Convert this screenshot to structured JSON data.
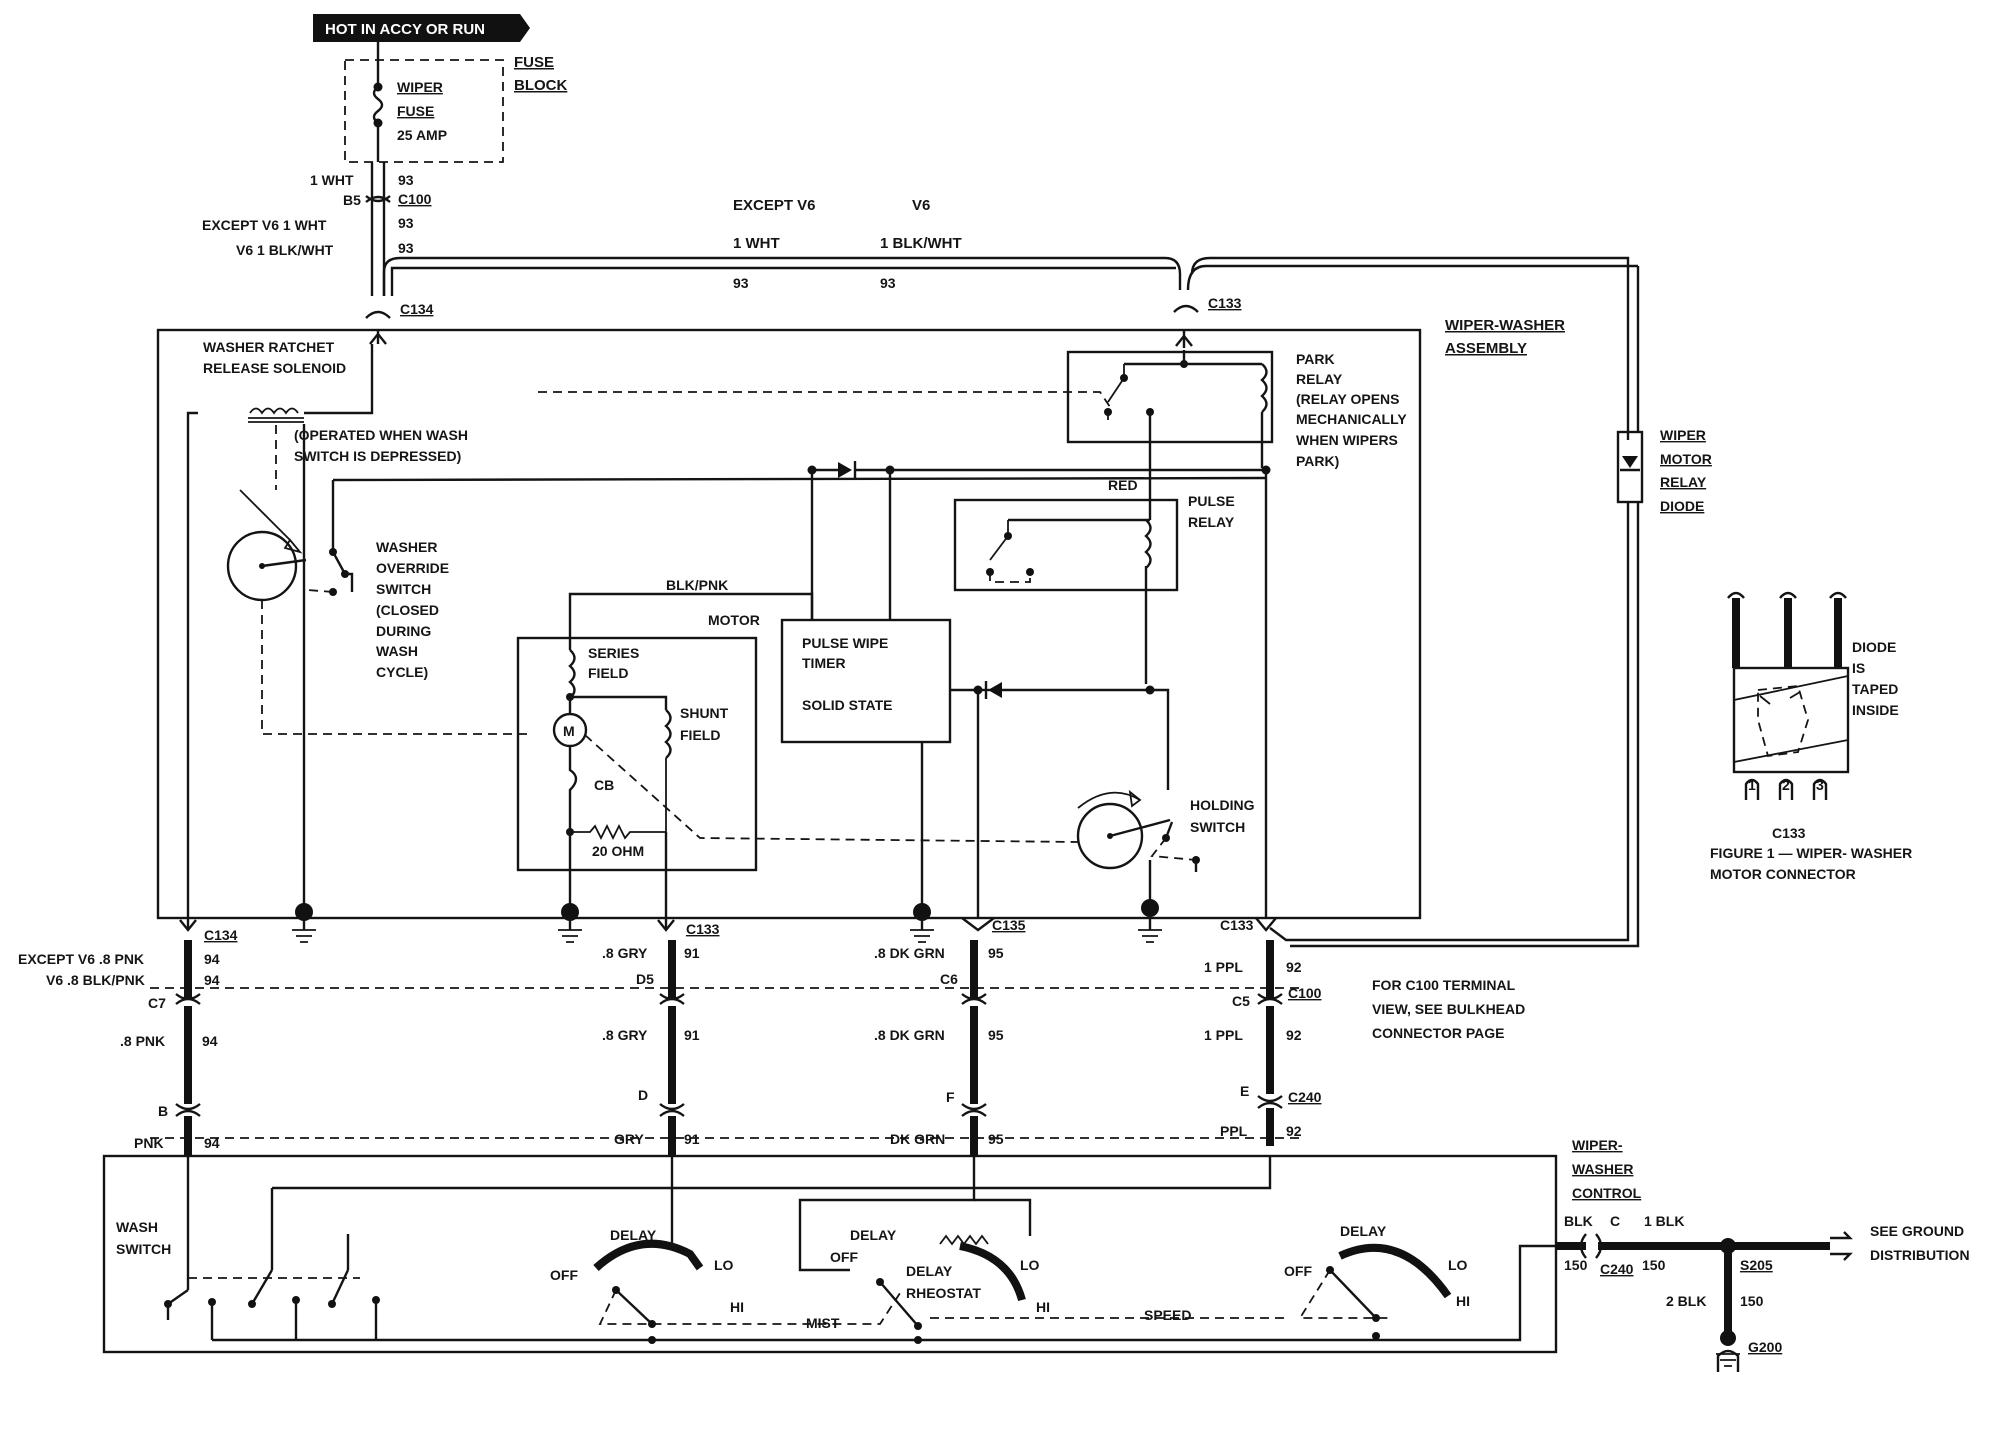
{
  "header": {
    "power_label": "HOT IN ACCY OR RUN"
  },
  "fuse_block": {
    "title_line1": "FUSE",
    "title_line2": "BLOCK",
    "fuse_line1": "WIPER",
    "fuse_line2": "FUSE",
    "rating": "25 AMP"
  },
  "feed": {
    "wire_top_label": "1 WHT",
    "wire_top_circuit": "93",
    "pin_b5": "B5",
    "conn_c100": "C100",
    "except_v6_label": "EXCEPT V6   1 WHT",
    "except_v6_circuit": "93",
    "v6_label": "V6   1 BLK/WHT",
    "v6_circuit": "93",
    "conn_c134": "C134"
  },
  "top_run": {
    "except_v6": "EXCEPT V6",
    "v6": "V6",
    "wire_except": "1 WHT",
    "wire_v6": "1 BLK/WHT",
    "circuit_except": "93",
    "circuit_v6": "93",
    "conn_c133": "C133"
  },
  "assembly": {
    "title_line1": "WIPER-WASHER",
    "title_line2": "ASSEMBLY",
    "solenoid_line1": "WASHER RATCHET",
    "solenoid_line2": "RELEASE SOLENOID",
    "operated_line1": "(OPERATED WHEN WASH",
    "operated_line2": "SWITCH IS DEPRESSED)",
    "override": [
      "WASHER",
      "OVERRIDE",
      "SWITCH",
      "(CLOSED",
      "DURING",
      "WASH",
      "CYCLE)"
    ],
    "park_relay": [
      "PARK",
      "RELAY",
      "(RELAY OPENS",
      "MECHANICALLY",
      "WHEN WIPERS",
      "PARK)"
    ],
    "pulse_relay": [
      "PULSE",
      "RELAY"
    ],
    "red": "RED",
    "blk_pnk": "BLK/PNK",
    "motor": "MOTOR",
    "series_field": [
      "SERIES",
      "FIELD"
    ],
    "shunt_field": [
      "SHUNT",
      "FIELD"
    ],
    "motor_symbol": "M",
    "cb": "CB",
    "resistor": "20 OHM",
    "timer": [
      "PULSE WIPE",
      "TIMER",
      "SOLID STATE"
    ],
    "holding_switch": [
      "HOLDING",
      "SWITCH"
    ]
  },
  "diode_relay": [
    "WIPER",
    "MOTOR",
    "RELAY",
    "DIODE"
  ],
  "figure": {
    "diode_note": [
      "DIODE",
      "IS",
      "TAPED",
      "INSIDE"
    ],
    "pins": [
      "1",
      "2",
      "3"
    ],
    "conn": "C133",
    "caption_line1": "FIGURE 1 — WIPER- WASHER",
    "caption_line2": "MOTOR CONNECTOR"
  },
  "harness": {
    "c134": "C134",
    "c133_left": "C133",
    "c135": "C135",
    "c133_right": "C133",
    "except_v6_pnk": "EXCEPT V6  .8 PNK",
    "v6_blkpnk": "V6  .8 BLK/PNK",
    "c94a": "94",
    "c94b": "94",
    "pin_c7": "C7",
    "pnk_8": ".8 PNK",
    "c94c": "94",
    "pin_b": "B",
    "pnk": "PNK",
    "c94d": "94",
    "gry_8": ".8 GRY",
    "c91a": "91",
    "pin_d5": "D5",
    "gry_8b": ".8 GRY",
    "c91b": "91",
    "pin_d": "D",
    "gry": "GRY",
    "c91c": "91",
    "dkgrn_8": ".8 DK GRN",
    "c95a": "95",
    "pin_c6": "C6",
    "dkgrn_8b": ".8 DK GRN",
    "c95b": "95",
    "pin_f": "F",
    "dkgrn": "DK GRN",
    "c95c": "95",
    "ppl_1": "1 PPL",
    "c92a": "92",
    "pin_c5": "C5",
    "conn_c100": "C100",
    "ppl_1b": "1 PPL",
    "c92b": "92",
    "pin_e": "E",
    "conn_c240": "C240",
    "ppl": "PPL",
    "c92c": "92",
    "c100_note": [
      "FOR C100 TERMINAL",
      "VIEW, SEE BULKHEAD",
      "CONNECTOR PAGE"
    ]
  },
  "control": {
    "title": [
      "WIPER-",
      "WASHER",
      "CONTROL"
    ],
    "wash_switch": [
      "WASH",
      "SWITCH"
    ],
    "dial1": {
      "delay": "DELAY",
      "off": "OFF",
      "lo": "LO",
      "hi": "HI"
    },
    "dial2": {
      "delay": "DELAY",
      "off": "OFF",
      "rheostat_line1": "DELAY",
      "rheostat_line2": "RHEOSTAT",
      "lo": "LO",
      "hi": "HI"
    },
    "dial3": {
      "delay": "DELAY",
      "off": "OFF",
      "lo": "LO",
      "hi": "HI"
    },
    "mist": "MIST",
    "speed": "SPEED"
  },
  "ground": {
    "blk": "BLK",
    "pin_c": "C",
    "blk_1": "1 BLK",
    "c150a": "150",
    "conn_c240": "C240",
    "c150b": "150",
    "s205": "S205",
    "blk_2": "2 BLK",
    "c150c": "150",
    "g200": "G200",
    "see_line1": "SEE GROUND",
    "see_line2": "DISTRIBUTION"
  }
}
